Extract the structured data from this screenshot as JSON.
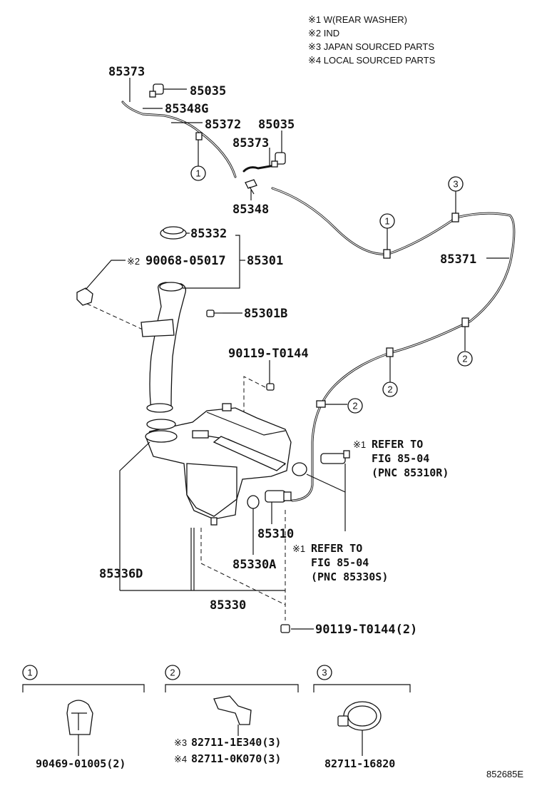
{
  "legend": [
    "※1 W(REAR WASHER)",
    "※2 IND",
    "※3 JAPAN SOURCED PARTS",
    "※4 LOCAL SOURCED PARTS"
  ],
  "labels": {
    "p85373_top": "85373",
    "p85035_top": "85035",
    "p85348G": "85348G",
    "p85372": "85372",
    "p85035_right": "85035",
    "p85373_mid": "85373",
    "p85348": "85348",
    "p85332": "85332",
    "p90068_mark": "※2",
    "p90068": "90068-05017",
    "p85301": "85301",
    "p85301B": "85301B",
    "p85371": "85371",
    "p90119_top": "90119-T0144",
    "p85310": "85310",
    "p85330A": "85330A",
    "p85336D": "85336D",
    "p85330": "85330",
    "p90119_bottom": "90119-T0144(2)"
  },
  "refs": {
    "ref1_mark": "※1",
    "ref1_line1": "REFER TO",
    "ref1_line2": "FIG 85-04",
    "ref1_line3": "(PNC 85310R)",
    "ref2_mark": "※1",
    "ref2_line1": "REFER TO",
    "ref2_line2": "FIG 85-04",
    "ref2_line3": "(PNC 85330S)"
  },
  "callouts": [
    "1",
    "1",
    "2",
    "2",
    "2",
    "3"
  ],
  "details": {
    "d1_number": "1",
    "d1_part": "90469-01005(2)",
    "d2_number": "2",
    "d2_mark1": "※3",
    "d2_part1": "82711-1E340(3)",
    "d2_mark2": "※4",
    "d2_part2": "82711-0K070(3)",
    "d3_number": "3",
    "d3_part": "82711-16820"
  },
  "figure_id": "852685E"
}
